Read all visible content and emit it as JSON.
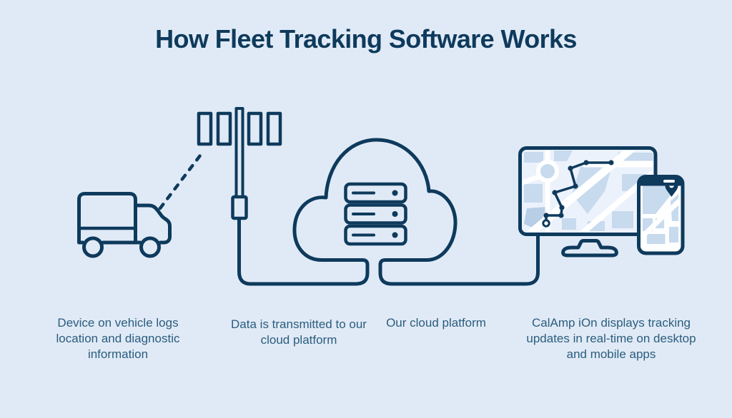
{
  "title": "How Fleet Tracking Software Works",
  "steps": [
    {
      "id": 1,
      "icon": "truck-icon",
      "caption": "Device on vehicle logs location and diagnostic information"
    },
    {
      "id": 2,
      "icon": "cell-antenna-icon",
      "caption": "Data is transmitted to our cloud platform"
    },
    {
      "id": 3,
      "icon": "cloud-servers-icon",
      "caption": "Our cloud platform"
    },
    {
      "id": 4,
      "icon": "desktop-and-mobile-map-icon",
      "caption": "CalAmp iOn displays tracking updates in real-time on desktop and mobile apps"
    }
  ],
  "colors": {
    "background": "#e0eaf6",
    "line": "#0e3a5c",
    "title_text": "#0e3a5c",
    "caption_text": "#2b5d7e",
    "map_block": "#c7daee",
    "map_block_dark": "#b7cee6",
    "map_road": "#ffffff",
    "screen_background": "#ecf2fb",
    "phone_screen_background": "#fdfeff"
  }
}
